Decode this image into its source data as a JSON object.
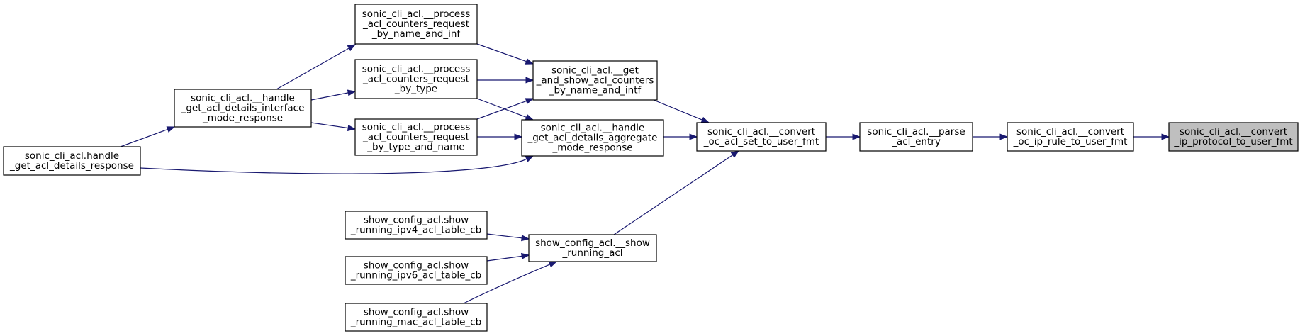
{
  "nodes": [
    {
      "id": "n_convert_ip_protocol",
      "lines": [
        "sonic_cli_acl.__convert",
        "_ip_protocol_to_user_fmt"
      ],
      "highlight": true
    },
    {
      "id": "n_convert_oc_ip_rule",
      "lines": [
        "sonic_cli_acl.__convert",
        "_oc_ip_rule_to_user_fmt"
      ]
    },
    {
      "id": "n_parse_acl_entry",
      "lines": [
        "sonic_cli_acl.__parse",
        "_acl_entry"
      ]
    },
    {
      "id": "n_convert_oc_acl_set",
      "lines": [
        "sonic_cli_acl.__convert",
        "_oc_acl_set_to_user_fmt"
      ]
    },
    {
      "id": "n_get_and_show",
      "lines": [
        "sonic_cli_acl.__get",
        "_and_show_acl_counters",
        "_by_name_and_intf"
      ]
    },
    {
      "id": "n_handle_aggregate",
      "lines": [
        "sonic_cli_acl.__handle",
        "_get_acl_details_aggregate",
        "_mode_response"
      ]
    },
    {
      "id": "n_show_running_acl",
      "lines": [
        "show_config_acl.__show",
        "_running_acl"
      ]
    },
    {
      "id": "n_process_name_inf",
      "lines": [
        "sonic_cli_acl.__process",
        "_acl_counters_request",
        "_by_name_and_inf"
      ]
    },
    {
      "id": "n_process_type",
      "lines": [
        "sonic_cli_acl.__process",
        "_acl_counters_request",
        "_by_type"
      ]
    },
    {
      "id": "n_process_type_name",
      "lines": [
        "sonic_cli_acl.__process",
        "_acl_counters_request",
        "_by_type_and_name"
      ]
    },
    {
      "id": "n_handle_interface",
      "lines": [
        "sonic_cli_acl.__handle",
        "_get_acl_details_interface",
        "_mode_response"
      ]
    },
    {
      "id": "n_handle_response",
      "lines": [
        "sonic_cli_acl.handle",
        "_get_acl_details_response"
      ]
    },
    {
      "id": "n_ipv4_cb",
      "lines": [
        "show_config_acl.show",
        "_running_ipv4_acl_table_cb"
      ]
    },
    {
      "id": "n_ipv6_cb",
      "lines": [
        "show_config_acl.show",
        "_running_ipv6_acl_table_cb"
      ]
    },
    {
      "id": "n_mac_cb",
      "lines": [
        "show_config_acl.show",
        "_running_mac_acl_table_cb"
      ]
    }
  ],
  "edges": [
    {
      "from": "n_convert_oc_ip_rule",
      "to": "n_convert_ip_protocol"
    },
    {
      "from": "n_parse_acl_entry",
      "to": "n_convert_oc_ip_rule"
    },
    {
      "from": "n_convert_oc_acl_set",
      "to": "n_parse_acl_entry"
    },
    {
      "from": "n_get_and_show",
      "to": "n_convert_oc_acl_set"
    },
    {
      "from": "n_handle_aggregate",
      "to": "n_convert_oc_acl_set"
    },
    {
      "from": "n_show_running_acl",
      "to": "n_convert_oc_acl_set"
    },
    {
      "from": "n_process_name_inf",
      "to": "n_get_and_show"
    },
    {
      "from": "n_process_type",
      "to": "n_get_and_show"
    },
    {
      "from": "n_process_type_name",
      "to": "n_get_and_show"
    },
    {
      "from": "n_process_type",
      "to": "n_handle_aggregate"
    },
    {
      "from": "n_process_type_name",
      "to": "n_handle_aggregate"
    },
    {
      "from": "n_handle_response",
      "to": "n_handle_aggregate"
    },
    {
      "from": "n_handle_interface",
      "to": "n_process_name_inf"
    },
    {
      "from": "n_handle_interface",
      "to": "n_process_type"
    },
    {
      "from": "n_handle_interface",
      "to": "n_process_type_name"
    },
    {
      "from": "n_handle_response",
      "to": "n_handle_interface"
    },
    {
      "from": "n_ipv4_cb",
      "to": "n_show_running_acl"
    },
    {
      "from": "n_ipv6_cb",
      "to": "n_show_running_acl"
    },
    {
      "from": "n_mac_cb",
      "to": "n_show_running_acl"
    }
  ]
}
